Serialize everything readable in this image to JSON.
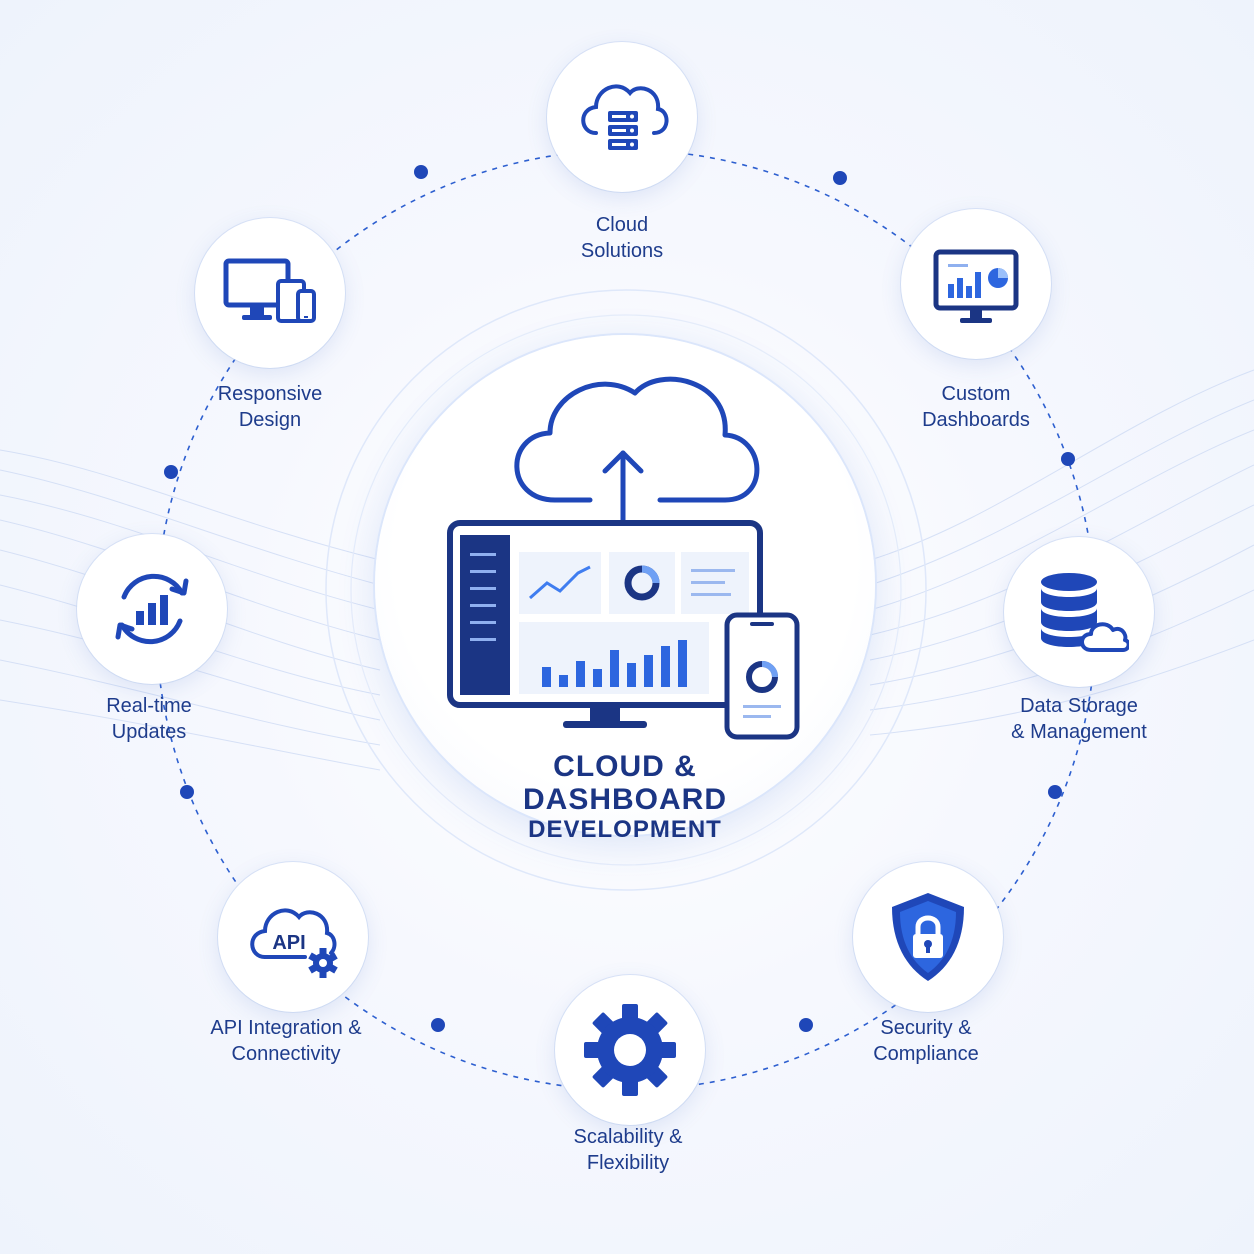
{
  "center": {
    "title_line1": "CLOUD &",
    "title_line2": "DASHBOARD",
    "title_line3": "DEVELOPMENT"
  },
  "features": [
    {
      "icon": "cloud-server-icon",
      "line1": "Cloud",
      "line2": "Solutions"
    },
    {
      "icon": "dashboard-monitor-icon",
      "line1": "Custom",
      "line2": "Dashboards"
    },
    {
      "icon": "database-cloud-icon",
      "line1": "Data Storage",
      "line2": "& Management"
    },
    {
      "icon": "shield-lock-icon",
      "line1": "Security &",
      "line2": "Compliance"
    },
    {
      "icon": "gear-icon",
      "line1": "Scalability &",
      "line2": "Flexibility"
    },
    {
      "icon": "api-cloud-gear-icon",
      "line1": "API Integration &",
      "line2": "Connectivity"
    },
    {
      "icon": "refresh-chart-icon",
      "line1": "Real-time",
      "line2": "Updates"
    },
    {
      "icon": "responsive-devices-icon",
      "line1": "Responsive",
      "line2": "Design"
    }
  ],
  "api_badge": "API",
  "colors": {
    "primary": "#1f47b8",
    "dark": "#1b3584",
    "accent": "#3f7df0",
    "light": "#dbe6fb"
  }
}
